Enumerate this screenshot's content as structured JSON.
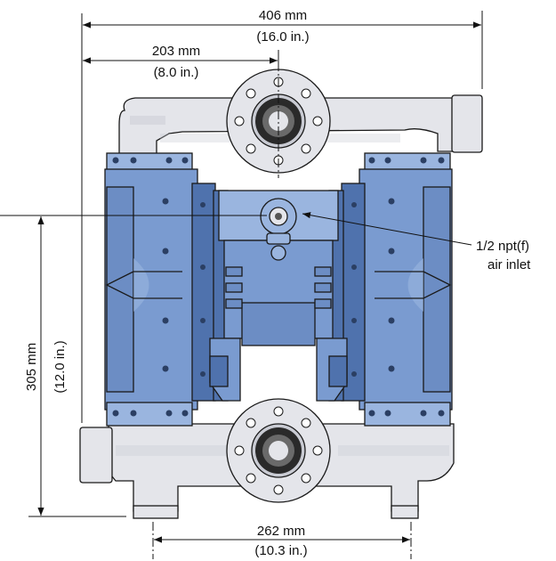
{
  "dimensions": {
    "overall_width": {
      "metric": "406 mm",
      "imperial": "(16.0 in.)"
    },
    "half_width": {
      "metric": "203 mm",
      "imperial": "(8.0 in.)"
    },
    "height": {
      "metric": "305 mm",
      "imperial": "(12.0 in.)"
    },
    "base_width": {
      "metric": "262 mm",
      "imperial": "(10.3 in.)"
    }
  },
  "callout": {
    "line1": "1/2 npt(f)",
    "line2": "air inlet"
  },
  "colors": {
    "pump_body": "#7a9bd0",
    "manifold": "#e4e5ea",
    "outline": "#1a1a1a"
  }
}
